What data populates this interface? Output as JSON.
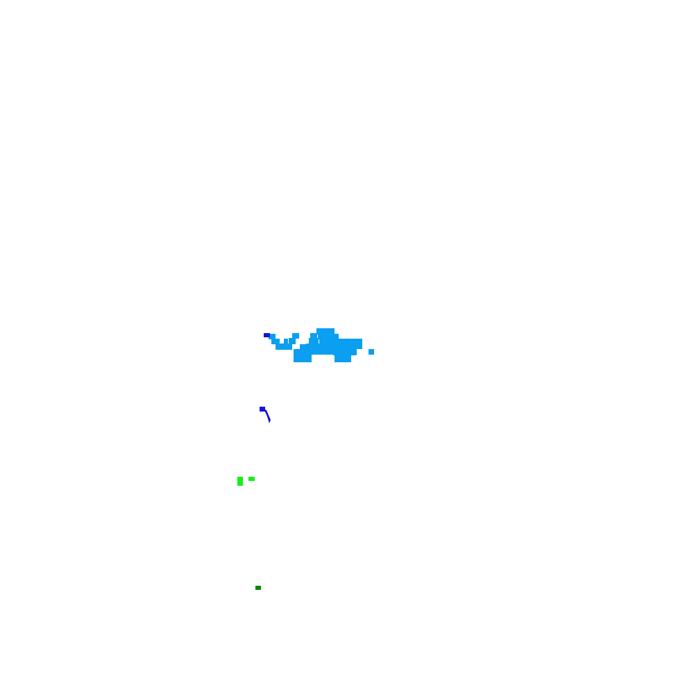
{
  "map": {
    "background_color": "#ffffff",
    "features": [
      {
        "id": "cyan-cluster",
        "kind": "pixel-cluster",
        "color": "#0a9ff0"
      },
      {
        "id": "blue-marker-top",
        "kind": "marker",
        "color": "#1414dc"
      },
      {
        "id": "blue-hook-stroke",
        "kind": "stroke",
        "color": "#1414dc"
      },
      {
        "id": "bright-green-bar",
        "kind": "marker",
        "color": "#16f016"
      },
      {
        "id": "bright-green-dash",
        "kind": "marker",
        "color": "#16f016"
      },
      {
        "id": "dark-green-dash",
        "kind": "marker",
        "color": "#0a8a0a"
      }
    ]
  }
}
